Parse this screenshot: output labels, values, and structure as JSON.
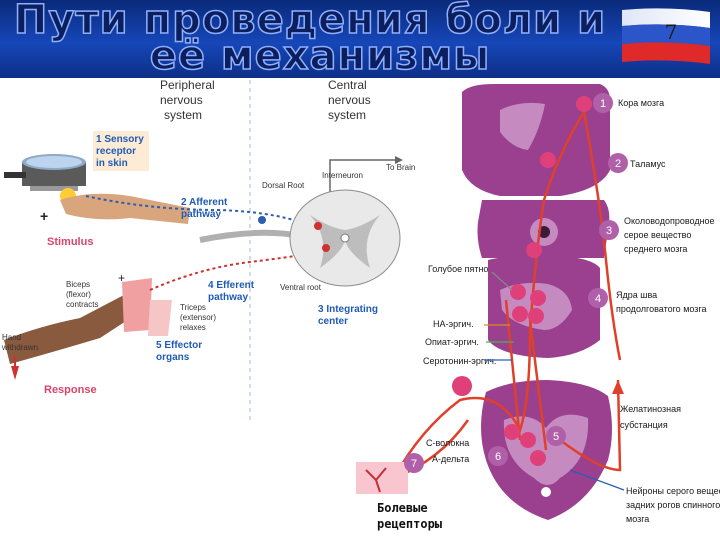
{
  "slide": {
    "title_line1": "Пути проведения боли и",
    "title_line2": "её механизмы",
    "slide_number": "7"
  },
  "left_figure": {
    "col_peripheral": [
      "Peripheral",
      "nervous",
      "system"
    ],
    "col_central": [
      "Central",
      "nervous",
      "system"
    ],
    "sensory_receptor": [
      "1 Sensory",
      "receptor",
      "in skin"
    ],
    "afferent": [
      "2 Afferent",
      "pathway"
    ],
    "efferent": [
      "4 Efferent",
      "pathway"
    ],
    "integrating": [
      "3 Integrating",
      "center"
    ],
    "effector": [
      "5 Effector",
      "organs"
    ],
    "stimulus": "Stimulus",
    "response": "Response",
    "interneuron": "Interneuron",
    "to_brain": "To Brain",
    "dorsal_root": "Dorsal Root",
    "ventral_root": "Ventral root",
    "biceps": [
      "Biceps",
      "(flexor)",
      "contracts"
    ],
    "triceps": [
      "Triceps",
      "(extensor)",
      "relaxes"
    ],
    "hand": [
      "Hand",
      "withdrawn"
    ]
  },
  "right_figure": {
    "labels": {
      "n1": "Кора мозга",
      "n2": "Таламус",
      "n3": [
        "Околоводопроводное",
        "серое вещество",
        "среднего мозга"
      ],
      "n4": [
        "Ядра шва",
        "продолговатого мозга"
      ],
      "n5": [
        "Желатинозная",
        "субстанция"
      ],
      "n6": [
        "Нейроны серого вещества",
        "задних рогов спинного",
        "мозга"
      ],
      "n7": "Болевые рецепторы"
    },
    "side_labels": {
      "locus": "Голубое пятно",
      "na": "НА-эргич.",
      "opiate": "Опиат-эргич.",
      "serotonin": "Серотонин-эргич.",
      "c_fiber": "С-волокна",
      "a_delta": "А-дельта"
    },
    "numbers": [
      "1",
      "2",
      "3",
      "4",
      "5",
      "6",
      "7"
    ],
    "caption": [
      "Болевые",
      "рецепторы"
    ]
  },
  "colors": {
    "header": "#1646b8",
    "label_box": "#f4a640",
    "label_text": "#1f5bb5",
    "brain": "#9b3f8f",
    "pathway": "#e0402a"
  }
}
